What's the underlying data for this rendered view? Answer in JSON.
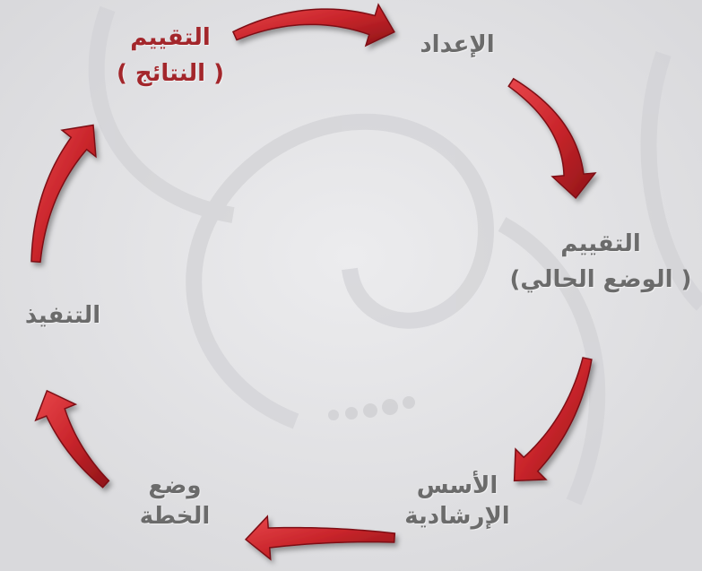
{
  "diagram": {
    "type": "cycle",
    "colors": {
      "arrow": "#c9252b",
      "arrow_dark": "#7d0f12",
      "text": "#6b6b6b",
      "highlight_text": "#a3262b",
      "background": "#e4e4e6"
    },
    "stages": [
      {
        "id": "prep",
        "lines": [
          "الإعداد"
        ]
      },
      {
        "id": "current",
        "lines": [
          "التقييم",
          "( الوضع الحالي)"
        ]
      },
      {
        "id": "guide",
        "lines": [
          "الأسس",
          "الإرشادية"
        ]
      },
      {
        "id": "plan",
        "lines": [
          "وضع",
          "الخطة"
        ]
      },
      {
        "id": "exec",
        "lines": [
          "التنفيذ"
        ]
      },
      {
        "id": "results",
        "lines": [
          "التقييم",
          "( النتائج )"
        ],
        "highlighted": true
      }
    ]
  }
}
